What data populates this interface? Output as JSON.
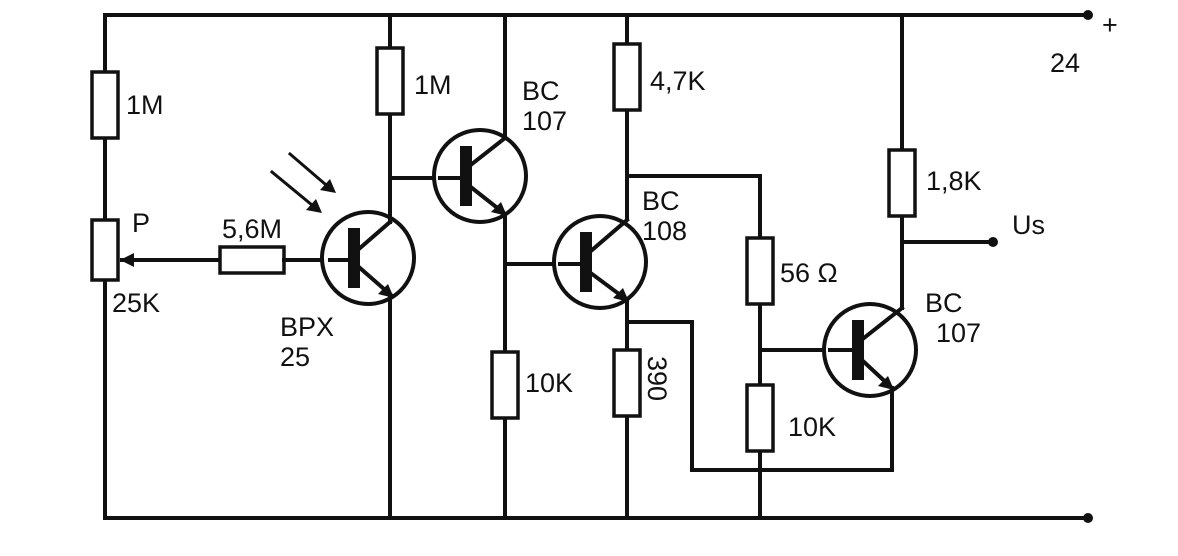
{
  "supply": {
    "plus": "+",
    "voltage": "24"
  },
  "output_label": "Us",
  "components": {
    "r_pot_top": "1M",
    "pot_name": "P",
    "pot_value": "25K",
    "r_series": "5,6M",
    "r_t2_bias": "1M",
    "t1_type": "BPX",
    "t1_num": "25",
    "t2_type": "BC",
    "t2_num": "107",
    "r_t2_emitter": "10K",
    "r_t3_collector": "4,7K",
    "t3_type": "BC",
    "t3_num": "108",
    "r_t3_emitter": "390",
    "r_feedback": "56 Ω",
    "r_t4_base": "10K",
    "r_t4_collector": "1,8K",
    "t4_type": "BC",
    "t4_num": "107"
  }
}
